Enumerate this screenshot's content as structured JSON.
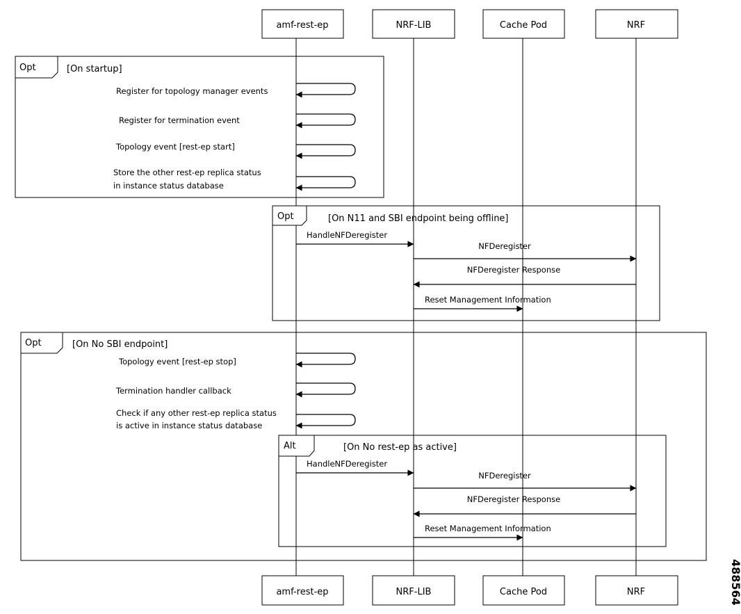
{
  "participants": [
    "amf-rest-ep",
    "NRF-LIB",
    "Cache Pod",
    "NRF"
  ],
  "frames": [
    {
      "tag": "Opt",
      "guard": "[On startup]"
    },
    {
      "tag": "Opt",
      "guard": "[On N11 and SBI endpoint being offline]"
    },
    {
      "tag": "Opt",
      "guard": "[On No SBI endpoint]"
    },
    {
      "tag": "Alt",
      "guard": "[On No rest-ep as active]"
    }
  ],
  "messages": {
    "startup": [
      [
        "Register for topology manager events"
      ],
      [
        "Register for termination event"
      ],
      [
        "Topology event [rest-ep start]"
      ],
      [
        "Store the other rest-ep replica status",
        "in instance status database"
      ]
    ],
    "offline": [
      "HandleNFDeregister",
      "NFDeregister",
      "NFDeregister Response",
      "Reset Management Information"
    ],
    "nosbi": [
      [
        "Topology event [rest-ep stop]"
      ],
      [
        "Termination handler callback"
      ],
      [
        "Check if any other rest-ep replica status",
        "is active in instance status database"
      ]
    ],
    "alt": [
      "HandleNFDeregister",
      "NFDeregister",
      "NFDeregister Response",
      "Reset Management Information"
    ]
  },
  "figure_id": "488564"
}
